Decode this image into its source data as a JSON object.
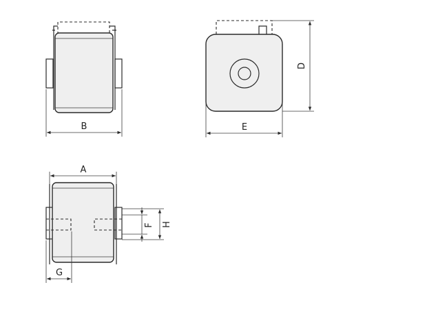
{
  "labels": {
    "a": "A",
    "b": "B",
    "d": "D",
    "e": "E",
    "f": "F",
    "g": "G",
    "h": "H"
  },
  "colors": {
    "line": "#2a2a2a",
    "body_fill": "#efefef",
    "background": "#ffffff"
  }
}
